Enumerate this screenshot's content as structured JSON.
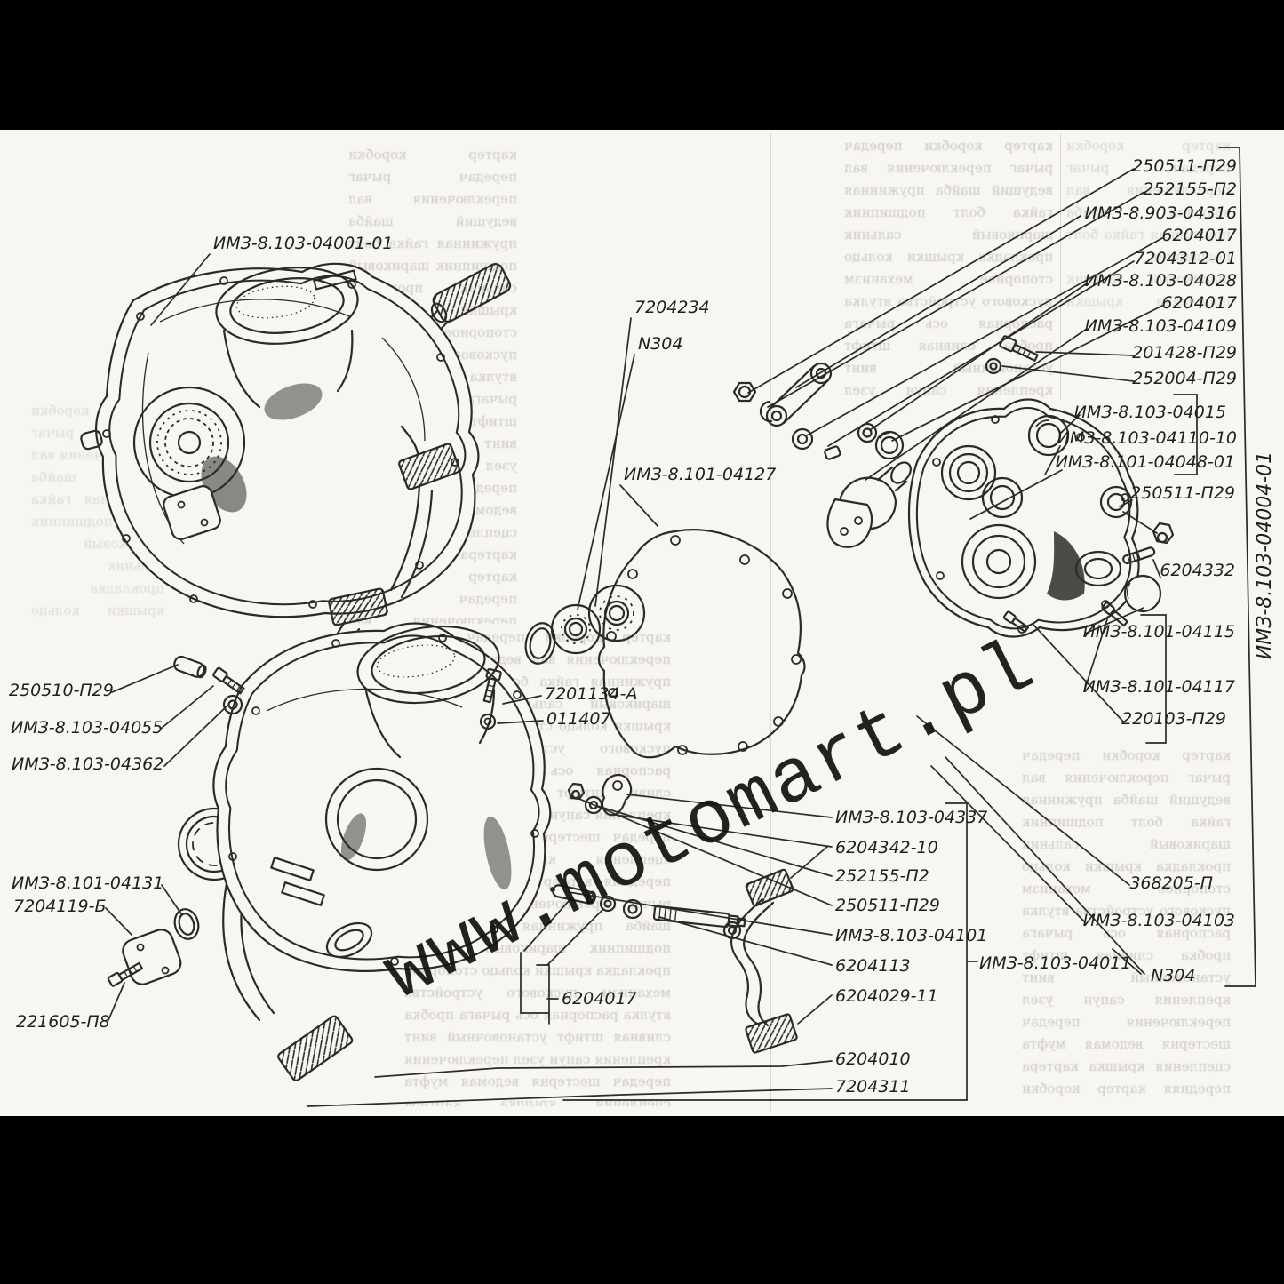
{
  "watermark": "www.motomart.pl",
  "side_label": "ИМЗ-8.103-04004-01",
  "labels": {
    "assembly": "ИМЗ-8.103-04001-01",
    "bearing_7204234": "7204234",
    "bearing_n304": "N304",
    "gasket": "ИМЗ-8.101-04127",
    "r01": "250511-П29",
    "r02": "252155-П2",
    "r03": "ИМЗ-8.903-04316",
    "r04": "6204017",
    "r05": "7204312-01",
    "r06": "ИМЗ-8.103-04028",
    "r07": "6204017",
    "r08": "ИМЗ-8.103-04109",
    "r09": "201428-П29",
    "r10": "252004-П29",
    "r11": "ИМЗ-8.103-04015",
    "r12": "ИМЗ-8.103-04110-10",
    "r13": "ИМЗ-8.101-04048-01",
    "r14": "250511-П29",
    "r15": "6204332",
    "r16": "ИМЗ-8.101-04115",
    "r17": "ИМЗ-8.101-04117",
    "r18": "220103-П29",
    "r19": "368205-П",
    "r20": "ИМЗ-8.103-04103",
    "r21": "ИМЗ-8.103-04011",
    "r22": "N304",
    "b01": "ИМЗ-8.103-04337",
    "b02": "6204342-10",
    "b03": "252155-П2",
    "b04": "250511-П29",
    "b05": "ИМЗ-8.103-04101",
    "b06": "6204113",
    "b07": "6204029-11",
    "b08": "6204010",
    "b09": "7204311",
    "l01": "250510-П29",
    "l02": "ИМЗ-8.103-04055",
    "l03": "ИМЗ-8.103-04362",
    "l04": "ИМЗ-8.101-04131",
    "l05": "7204119-Б",
    "l06": "221605-П8",
    "m01": "7201134-А",
    "m02": "011407",
    "m03": "6204017"
  },
  "bleed_text": "картер коробки передач рычаг переключения вал ведущий шайба пружинная гайка болт подшипник шариковый сальник прокладка крышки кольцо стопорное механизм пускового устройства втулка распорная ось рычага пробка сливная штифт установочный винт крепления сапун узел переключения передач шестерня ведомая муфта сцепления крышка картера передняя"
}
